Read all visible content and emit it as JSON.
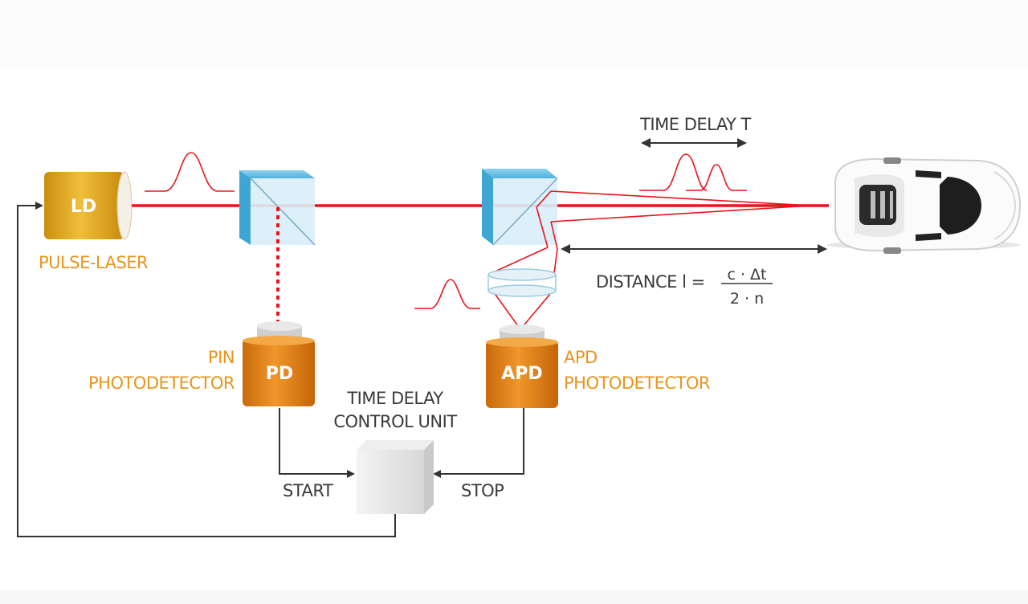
{
  "devices": {
    "laser": {
      "code": "LD",
      "label": "PULSE-LASER"
    },
    "pin": {
      "code": "PD",
      "label_line1": "PIN",
      "label_line2": "PHOTODETECTOR"
    },
    "apd": {
      "code": "APD",
      "label_line1": "APD",
      "label_line2": "PHOTODETECTOR"
    },
    "control_unit": {
      "label_line1": "TIME DELAY",
      "label_line2": "CONTROL UNIT"
    }
  },
  "signals": {
    "start": "START",
    "stop": "STOP"
  },
  "annotations": {
    "time_delay": "TIME DELAY T",
    "distance_prefix": "DISTANCE l =",
    "distance_numerator": "c · Δt",
    "distance_denominator": "2 · n"
  },
  "colors": {
    "beam": "#e8141c",
    "device_orange": "#e88a1a",
    "laser_gold": "#e0aa22",
    "label_orange": "#e8941c",
    "text_gray": "#3a3a3a",
    "splitter_blue": "#5ab8e0"
  }
}
